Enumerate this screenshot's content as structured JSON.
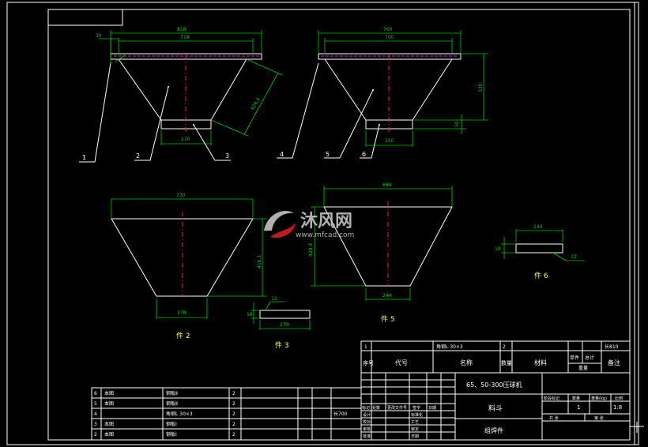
{
  "drawing": {
    "parts": {
      "part2": {
        "label": "件 2",
        "dim_top": "730",
        "dim_height": "416.1",
        "dim_bottom": "270"
      },
      "part3": {
        "label": "件 3",
        "dim_thk": "12",
        "dim_h": "10",
        "dim_len": "270"
      },
      "part5": {
        "label": "件 5",
        "dim_top": "694",
        "dim_height": "420.4",
        "dim_bottom": "244"
      },
      "part6": {
        "label": "件 6",
        "dim_top": "244",
        "dim_h": "10",
        "dim_thk": "12"
      }
    },
    "view_left": {
      "dim_outer": "810",
      "dim_inner": "710",
      "dim_flange": "30",
      "dim_slant": "424.4",
      "dim_bottom": "270"
    },
    "view_right": {
      "dim_outer": "760",
      "dim_inner": "700",
      "dim_height": "330",
      "dim_step": "50",
      "dim_bottom": "250"
    },
    "callouts": [
      "1",
      "2",
      "3",
      "4",
      "5",
      "6"
    ],
    "watermark": {
      "logo_text": "沐风网",
      "url": "www.mfcad.com"
    }
  },
  "bom": {
    "header": {
      "no": "序号",
      "code": "代号",
      "name": "名称",
      "qty": "数量",
      "material": "材料",
      "unit_weight": "单件",
      "total_weight": "总计",
      "weight": "重量",
      "remark": "备注"
    },
    "top_row": {
      "no": "1",
      "name": "角钢L 30×3",
      "qty": "2",
      "remark": "长810"
    },
    "rows": [
      {
        "no": "6",
        "code": "本图",
        "name": "钢板Ⅱ",
        "qty": "2",
        "remark": ""
      },
      {
        "no": "5",
        "code": "本图",
        "name": "钢板Ⅱ",
        "qty": "2",
        "remark": ""
      },
      {
        "no": "4",
        "code": "",
        "name": "角钢L 30×3",
        "qty": "2",
        "remark": "长700"
      },
      {
        "no": "3",
        "code": "本图",
        "name": "钢板Ⅰ",
        "qty": "2",
        "remark": ""
      },
      {
        "no": "2",
        "code": "本图",
        "name": "钢板Ⅰ",
        "qty": "2",
        "remark": ""
      }
    ]
  },
  "title_block": {
    "project": "65、50-300压球机",
    "part_name": "料斗",
    "drawing_type": "组焊件",
    "scale_header": "比例",
    "weight_header": "重量(kg)",
    "stage_header": "阶段标记",
    "qty_header": "数量",
    "scale": "1:8",
    "qty": "1",
    "sheet": "共 张",
    "sheet_no": "第 张",
    "rev_cols": [
      "标记",
      "处数",
      "更改文件号",
      "签字",
      "日期"
    ],
    "roles": [
      "设计",
      "校对",
      "审核",
      "批准"
    ],
    "roles2": [
      "标准化",
      "工艺",
      "审定",
      "日期"
    ]
  }
}
